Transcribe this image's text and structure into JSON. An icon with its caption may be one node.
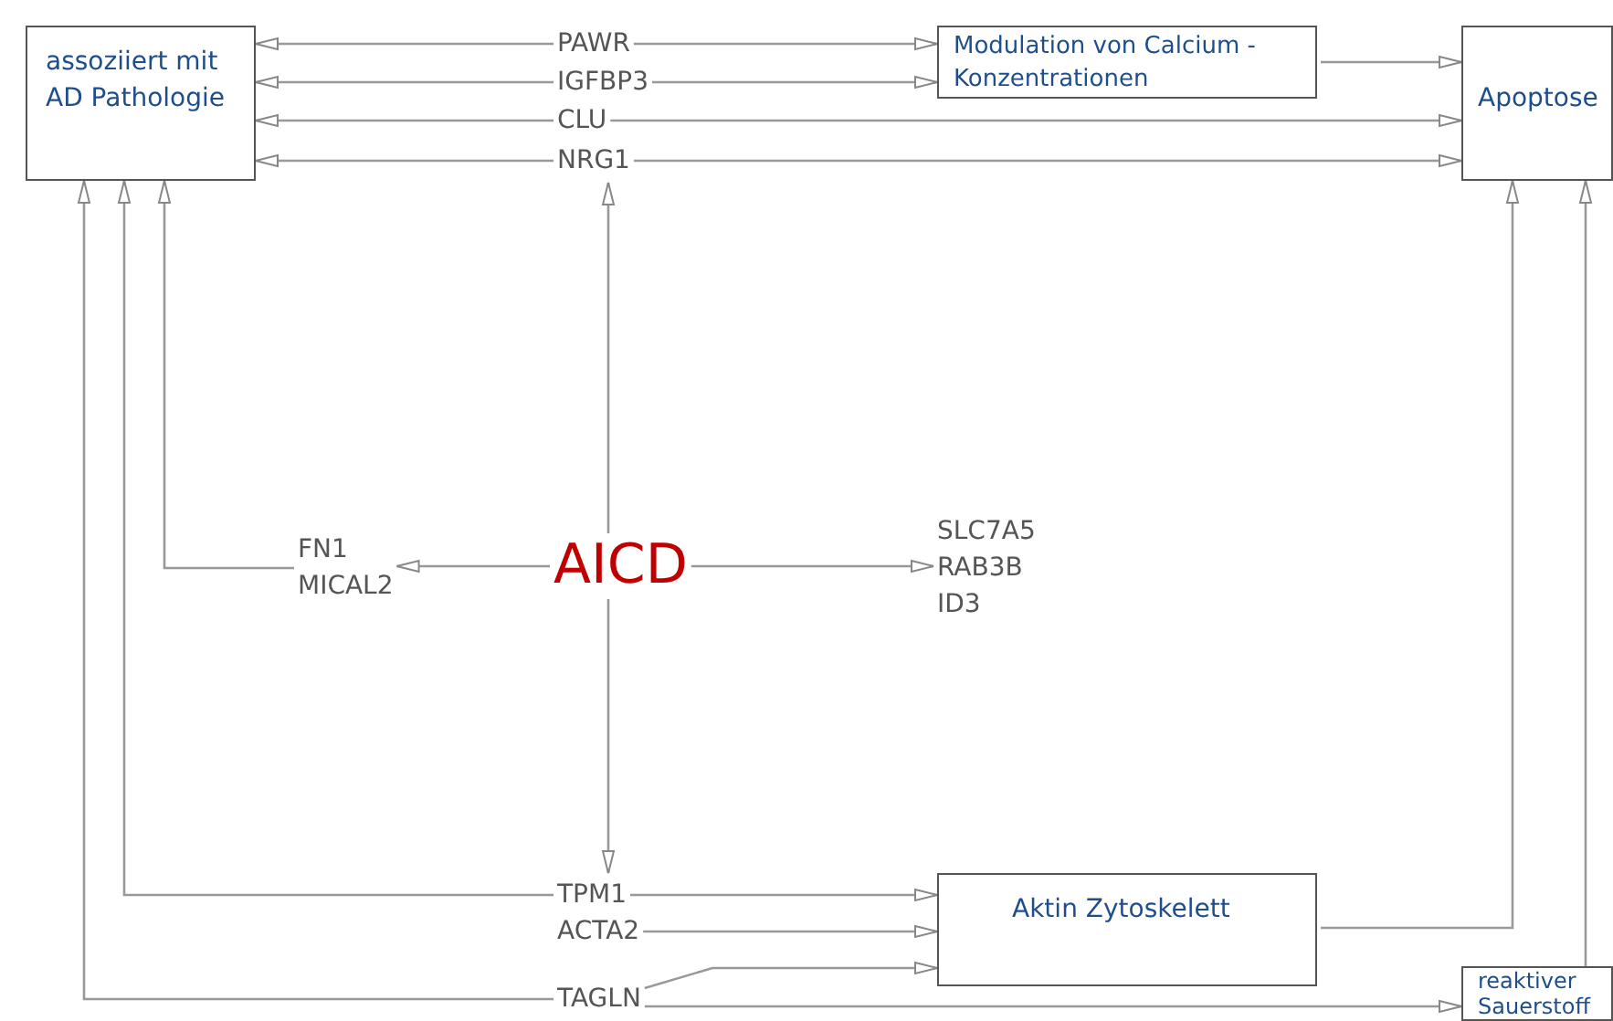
{
  "diagram": {
    "nodes": [
      {
        "text": [
          "assoziiert mit AD Pathologie"
        ]
      },
      {
        "text": [
          "PAWR"
        ]
      },
      {
        "text": [
          "IGFBP3"
        ]
      },
      {
        "text": [
          "CLU"
        ]
      },
      {
        "text": [
          "NRG1"
        ]
      },
      {
        "text": [
          "Modulation von Calcium - Konzentrationen"
        ]
      },
      {
        "text": [
          "Apoptose"
        ]
      },
      {
        "text": [
          "FN1",
          "MICAL2"
        ]
      },
      {
        "text": [
          "AICD"
        ]
      },
      {
        "text": [
          "SLC7A5",
          "RAB3B",
          "ID3"
        ]
      },
      {
        "text": [
          "TPM1"
        ]
      },
      {
        "text": [
          "ACTA2"
        ]
      },
      {
        "text": [
          "TAGLN"
        ]
      },
      {
        "text": [
          "Aktin Zytoskelett"
        ]
      },
      {
        "text": [
          "reaktiver Sauerstoff"
        ]
      }
    ],
    "edges": [
      {
        "from": 1,
        "to": 0,
        "arrow": "to"
      },
      {
        "from": 2,
        "to": 0,
        "arrow": "to"
      },
      {
        "from": 3,
        "to": 0,
        "arrow": "to"
      },
      {
        "from": 4,
        "to": 0,
        "arrow": "to"
      },
      {
        "from": 1,
        "to": 5,
        "arrow": "to"
      },
      {
        "from": 2,
        "to": 5,
        "arrow": "to"
      },
      {
        "from": 3,
        "to": 6,
        "arrow": "to"
      },
      {
        "from": 4,
        "to": 6,
        "arrow": "to"
      },
      {
        "from": 5,
        "to": 6,
        "arrow": "to"
      },
      {
        "from": 8,
        "to": 4,
        "arrow": "to"
      },
      {
        "from": 8,
        "to": 7,
        "arrow": "to"
      },
      {
        "from": 8,
        "to": 9,
        "arrow": "to"
      },
      {
        "from": 8,
        "to": 10,
        "arrow": "to"
      },
      {
        "from": 7,
        "to": 0,
        "arrow": "to"
      },
      {
        "from": 10,
        "to": 0,
        "arrow": "to"
      },
      {
        "from": 12,
        "to": 0,
        "arrow": "to"
      },
      {
        "from": 10,
        "to": 13,
        "arrow": "to"
      },
      {
        "from": 11,
        "to": 13,
        "arrow": "to"
      },
      {
        "from": 12,
        "to": 13,
        "arrow": "to"
      },
      {
        "from": 12,
        "to": 14,
        "arrow": "to"
      },
      {
        "from": 13,
        "to": 6,
        "arrow": "to"
      },
      {
        "from": 14,
        "to": 6,
        "arrow": "to"
      }
    ]
  }
}
